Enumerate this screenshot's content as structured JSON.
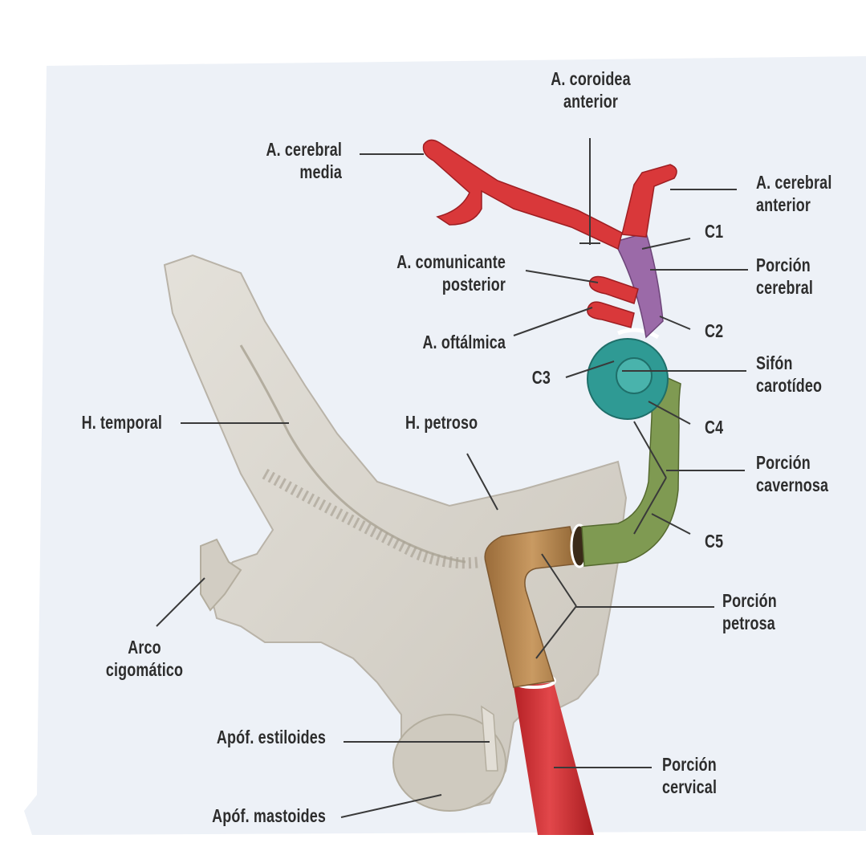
{
  "colors": {
    "background": "#edf1f7",
    "bone": "#d9d5cc",
    "artery_red": "#d9383a",
    "cerebral_purple": "#9b6aa8",
    "siphon_teal": "#2f9a94",
    "cavernous_green": "#7f9a52",
    "petrous_tan": "#b8874f",
    "label_text": "#2d2d2d",
    "leader_line": "#3a3a3a"
  },
  "labels": {
    "coroidea_anterior": [
      "A. coroidea",
      "anterior"
    ],
    "cerebral_media": [
      "A. cerebral",
      "media"
    ],
    "cerebral_anterior": [
      "A. cerebral",
      "anterior"
    ],
    "c1": [
      "C1"
    ],
    "comunicante_posterior": [
      "A. comunicante",
      "posterior"
    ],
    "porcion_cerebral": [
      "Porción",
      "cerebral"
    ],
    "oftalmica": [
      "A. oftálmica"
    ],
    "c2": [
      "C2"
    ],
    "c3": [
      "C3"
    ],
    "sifon_carotideo": [
      "Sifón",
      "carotídeo"
    ],
    "h_temporal": [
      "H. temporal"
    ],
    "h_petroso": [
      "H. petroso"
    ],
    "c4": [
      "C4"
    ],
    "porcion_cavernosa": [
      "Porción",
      "cavernosa"
    ],
    "c5": [
      "C5"
    ],
    "arco_cigomatico": [
      "Arco",
      "cigomático"
    ],
    "porcion_petrosa": [
      "Porción",
      "petrosa"
    ],
    "apof_estiloides": [
      "Apóf. estiloides"
    ],
    "porcion_cervical": [
      "Porción",
      "cervical"
    ],
    "apof_mastoides": [
      "Apóf. mastoides"
    ]
  }
}
